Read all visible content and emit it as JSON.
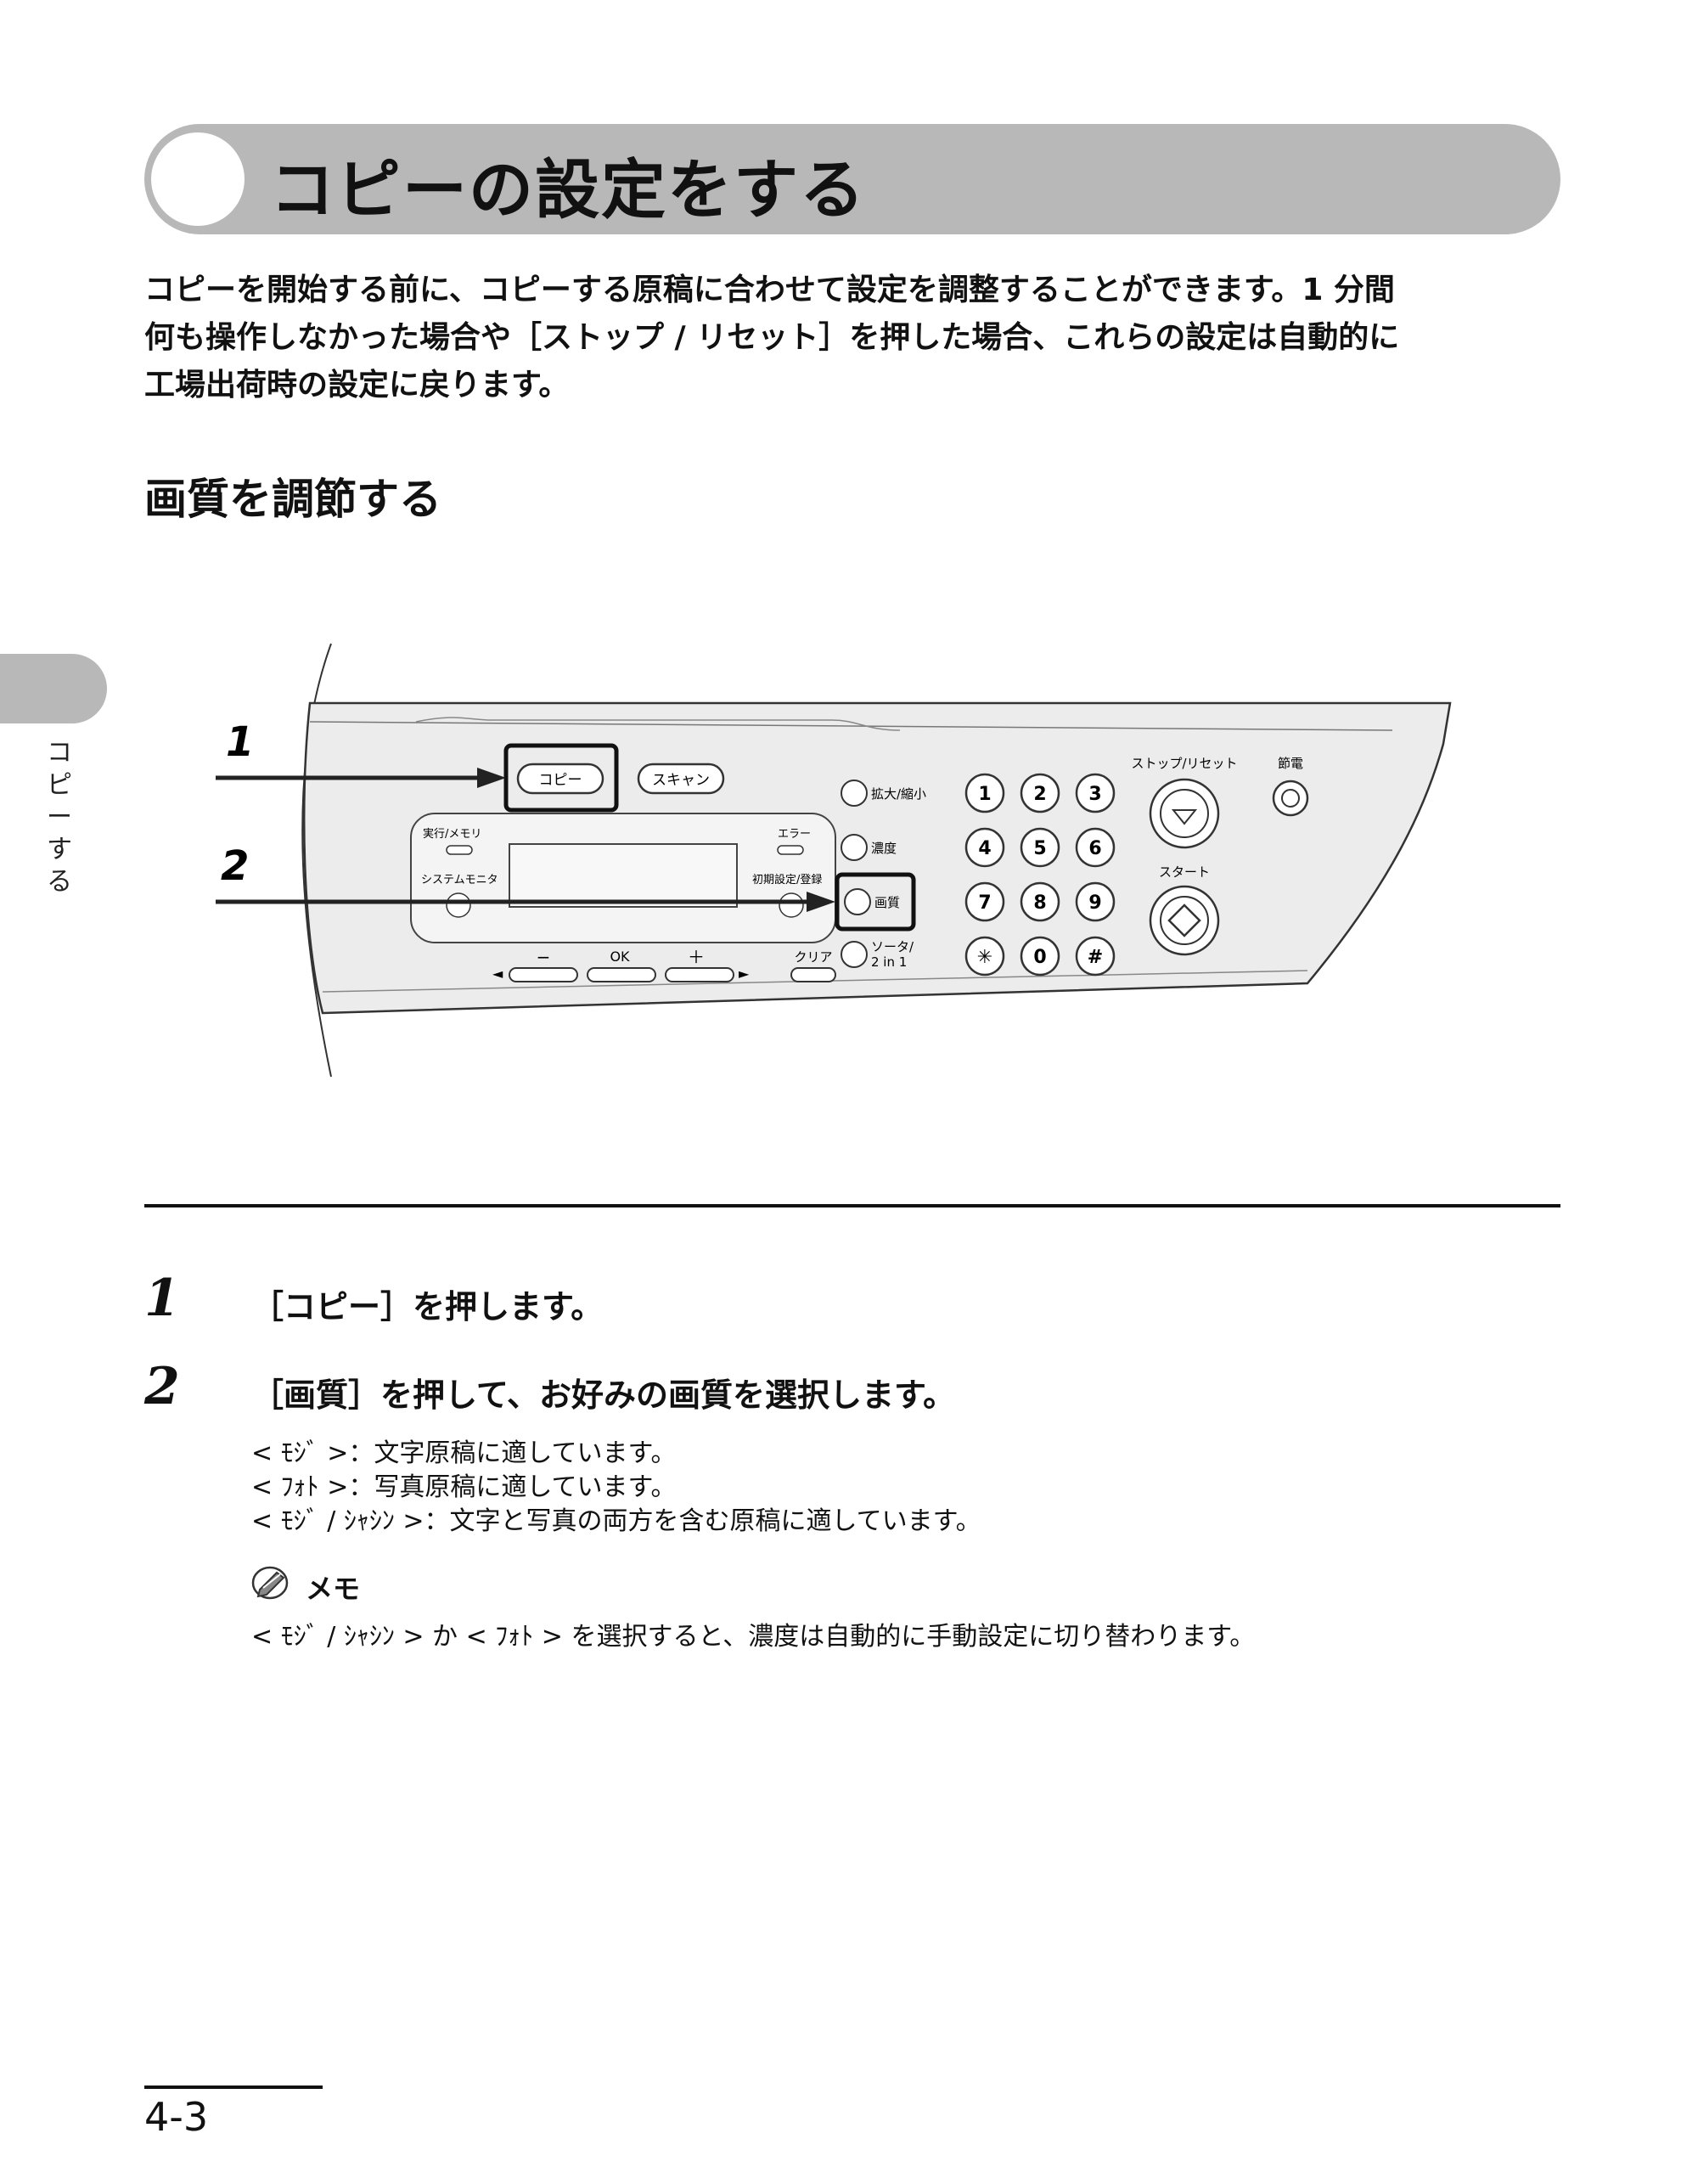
{
  "header": {
    "title": "コピーの設定をする"
  },
  "intro": {
    "lines": [
      "コピーを開始する前に、コピーする原稿に合わせて設定を調整することができます。1 分間",
      "何も操作しなかった場合や［ストップ / リセット］を押した場合、これらの設定は自動的に",
      "工場出荷時の設定に戻ります。"
    ]
  },
  "section": {
    "title": "画質を調節する"
  },
  "side_tab": {
    "label": [
      "コ",
      "ピ",
      "ー",
      "す",
      "る"
    ]
  },
  "panel": {
    "callouts": [
      "1",
      "2"
    ],
    "buttons": {
      "copy": "コピー",
      "scan": "スキャン",
      "enlarge_reduce": "拡大/縮小",
      "density": "濃度",
      "image_quality": "画質",
      "sorter": "ソータ/",
      "two_in_one": "2 in 1",
      "stop_reset": "ストップ/リセット",
      "energy_saver": "節電",
      "start": "スタート",
      "exec_memory": "実行/メモリ",
      "system_monitor": "システムモニタ",
      "error": "エラー",
      "init_settings": "初期設定/登録",
      "minus": "−",
      "ok": "OK",
      "plus": "＋",
      "clear": "クリア",
      "left_arrow": "◄",
      "right_arrow": "►"
    },
    "keypad": [
      "1",
      "2",
      "3",
      "4",
      "5",
      "6",
      "7",
      "8",
      "9",
      "✳",
      "0",
      "#"
    ]
  },
  "steps": [
    {
      "num": "1",
      "text": "［コピー］を押します。"
    },
    {
      "num": "2",
      "text": "［画質］を押して、お好みの画質を選択します。"
    }
  ],
  "options": [
    "< ﾓｼﾞ >：文字原稿に適しています。",
    "< ﾌｫﾄ >：写真原稿に適しています。",
    "< ﾓｼﾞ / ｼｬｼﾝ >：文字と写真の両方を含む原稿に適しています。"
  ],
  "memo": {
    "label": "メモ",
    "text": "< ﾓｼﾞ / ｼｬｼﾝ > か < ﾌｫﾄ > を選択すると、濃度は自動的に手動設定に切り替わります。"
  },
  "footer": {
    "page": "4-3"
  }
}
